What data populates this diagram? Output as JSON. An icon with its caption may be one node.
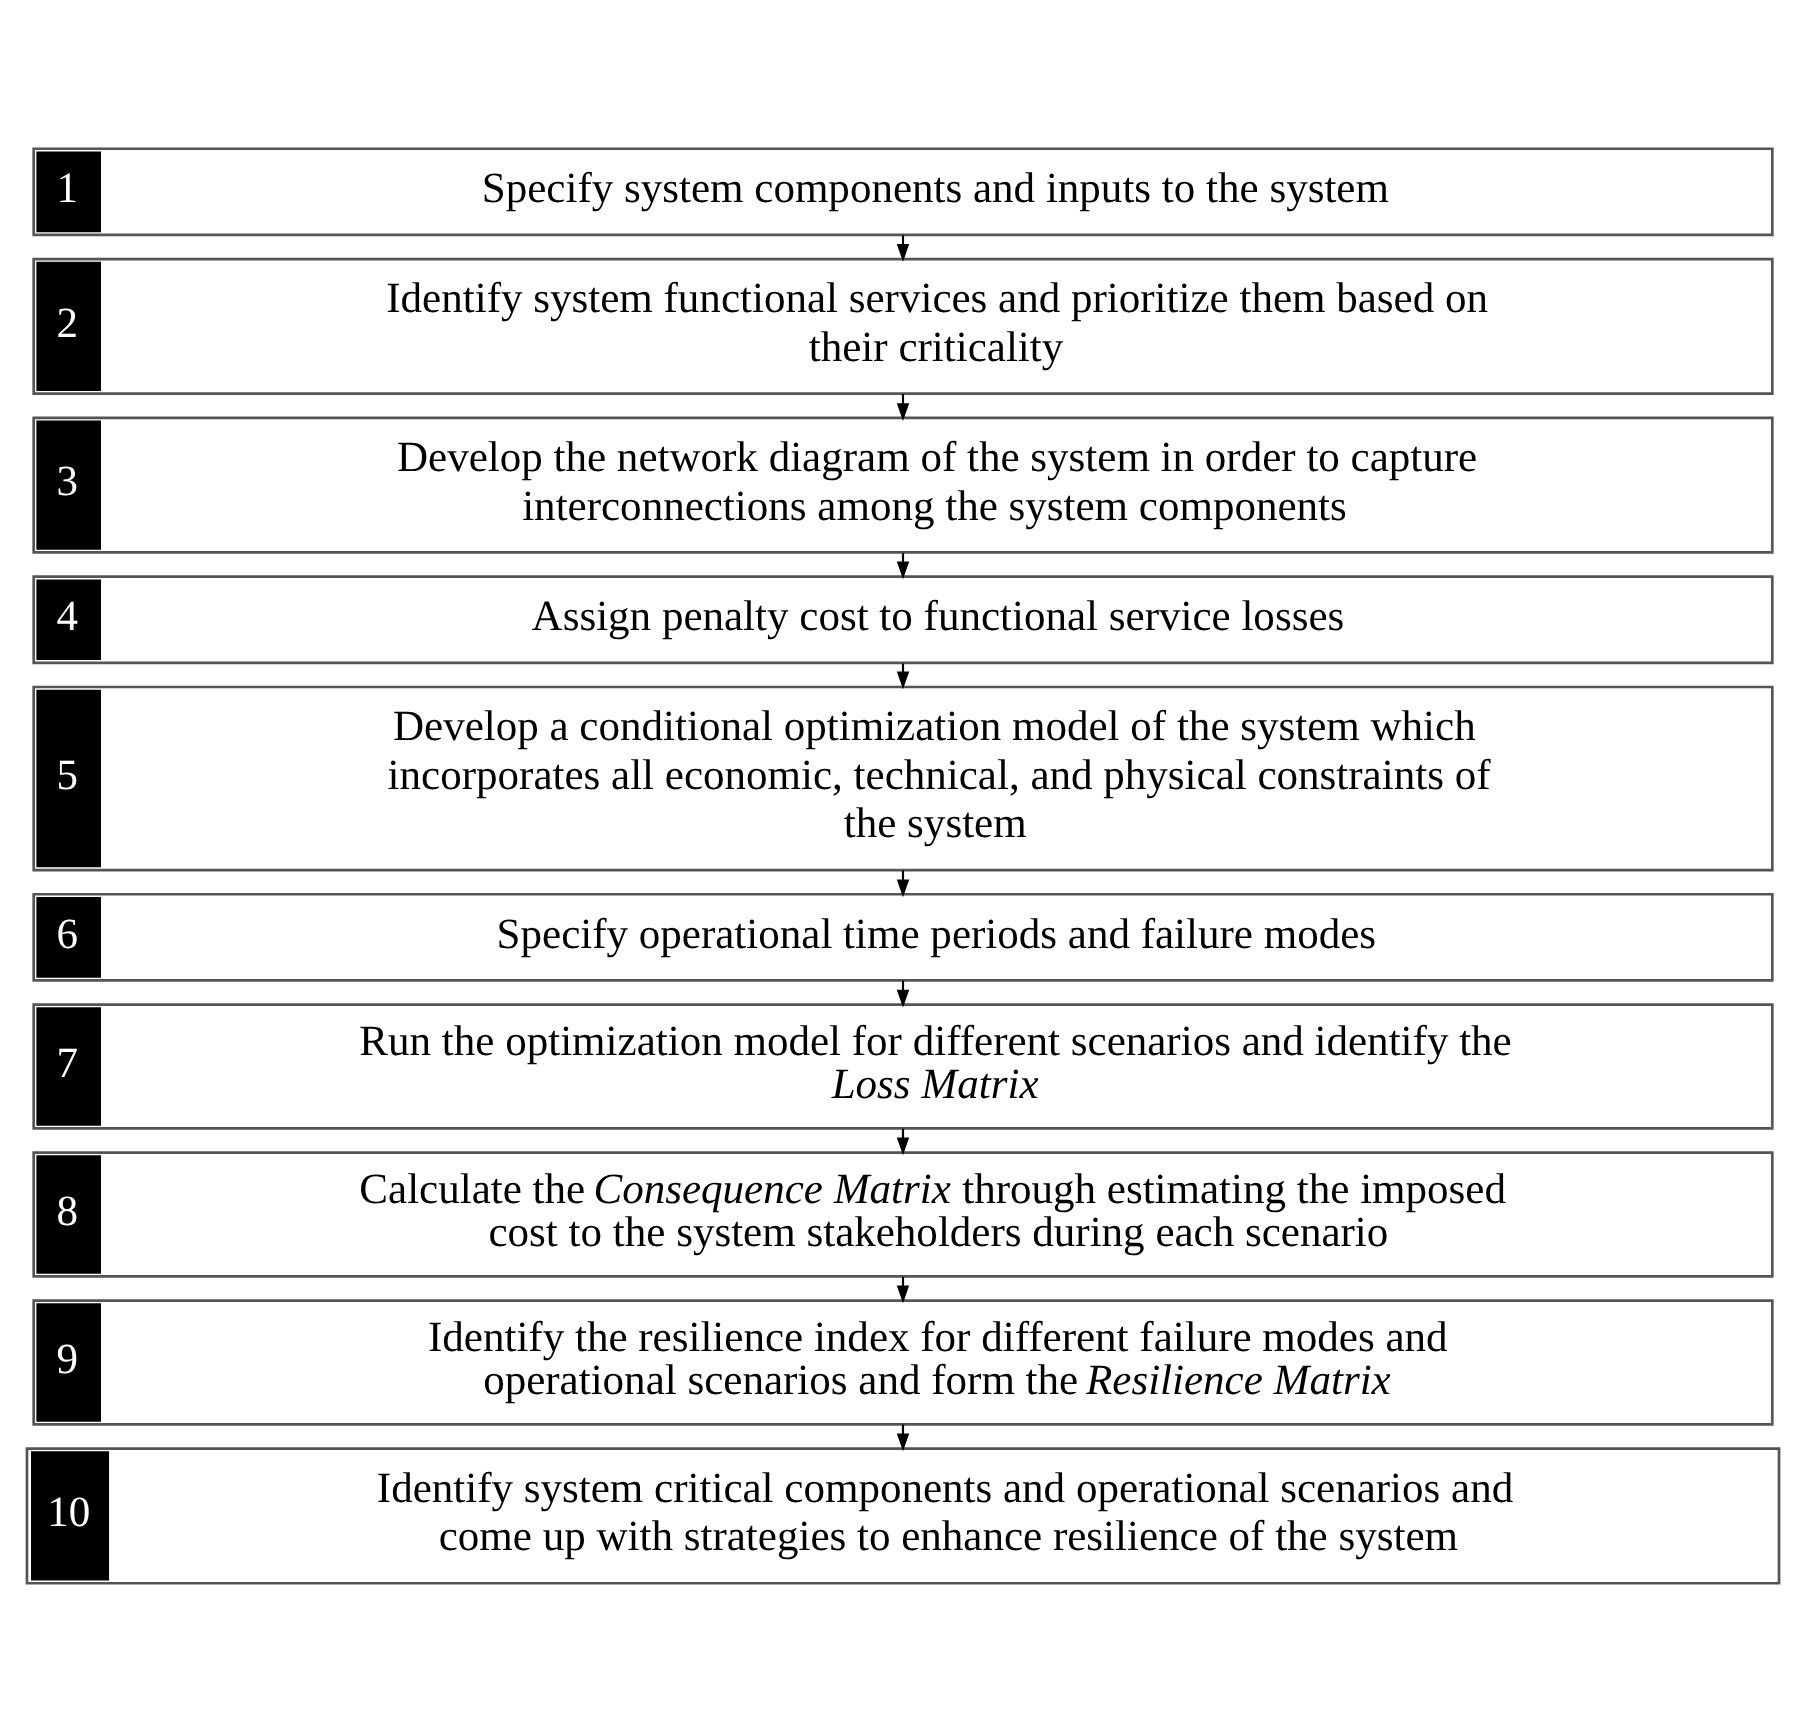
{
  "diagram": {
    "nodes": [
      {
        "text": [
          "1",
          "Specify system components and inputs to the system"
        ]
      },
      {
        "text": [
          "2",
          "Identify system functional services and prioritize them based on their criticality"
        ]
      },
      {
        "text": [
          "3",
          "Develop the network diagram of the system in order to capture interconnections among the system components"
        ]
      },
      {
        "text": [
          "4",
          "Assign penalty cost to functional service losses"
        ]
      },
      {
        "text": [
          "5",
          "Develop a conditional optimization model of the system which incorporates all economic, technical, and physical constraints of the system"
        ]
      },
      {
        "text": [
          "6",
          "Specify operational time periods and failure modes"
        ]
      },
      {
        "text": [
          "7",
          "Run the optimization model for different scenarios and identify the *Loss Matrix*"
        ]
      },
      {
        "text": [
          "8",
          "Calculate the *Consequence Matrix* through estimating the imposed cost to the system stakeholders during each scenario"
        ]
      },
      {
        "text": [
          "9",
          "Identify the resilience index for different failure modes and operational scenarios and form the *Resilience Matrix*"
        ]
      },
      {
        "text": [
          "10",
          "Identify system critical components and operational scenarios and come up with strategies to enhance resilience of the system"
        ]
      }
    ],
    "edges": [
      {
        "from": 0,
        "to": 1,
        "arrow": "to"
      },
      {
        "from": 1,
        "to": 2,
        "arrow": "to"
      },
      {
        "from": 2,
        "to": 3,
        "arrow": "to"
      },
      {
        "from": 3,
        "to": 4,
        "arrow": "to"
      },
      {
        "from": 4,
        "to": 5,
        "arrow": "to"
      },
      {
        "from": 5,
        "to": 6,
        "arrow": "to"
      },
      {
        "from": 6,
        "to": 7,
        "arrow": "to"
      },
      {
        "from": 7,
        "to": 8,
        "arrow": "to"
      },
      {
        "from": 8,
        "to": 9,
        "arrow": "to"
      }
    ]
  }
}
